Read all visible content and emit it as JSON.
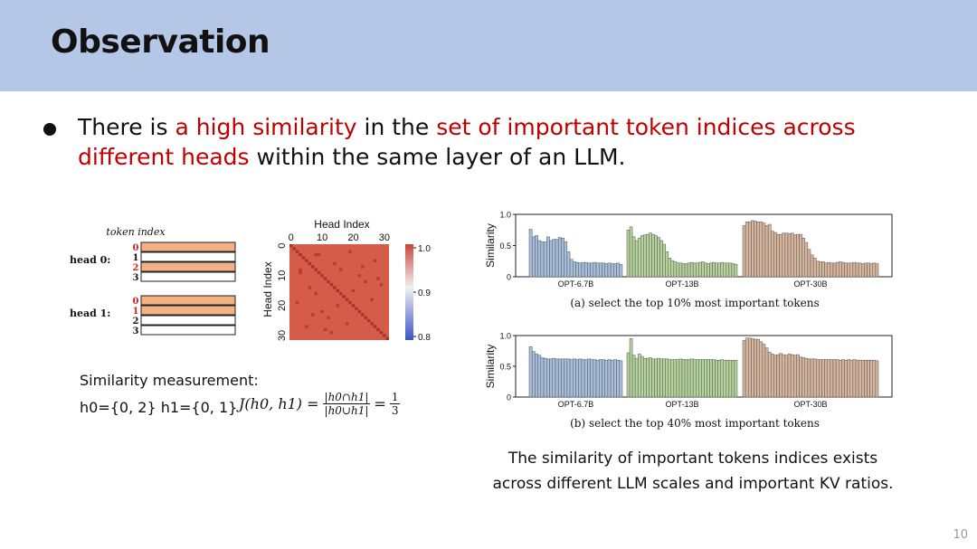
{
  "slide": {
    "title": "Observation",
    "bullet": {
      "part1": "There is ",
      "part2": "a high similarity",
      "part3": " in the ",
      "part4": "set of important token indices across different heads",
      "part5": " within the same layer of an LLM."
    },
    "measurement_label": "Similarity measurement:",
    "sets_text": "h0={0, 2} h1={0, 1}",
    "formula": {
      "lhs": "J(h0, h1) =",
      "num": "|h0∩h1|",
      "den": "|h0∪h1|",
      "eq": "=",
      "rnum": "1",
      "rden": "3"
    },
    "note_line1": "The similarity of important tokens indices exists",
    "note_line2": "across different LLM scales and important KV ratios.",
    "page_number": "10"
  },
  "token_fig": {
    "token_index_label": "token index",
    "head0_label": "head 0:",
    "head1_label": "head 1:",
    "idx0": "0",
    "idx1": "1",
    "idx2": "2",
    "idx3": "3",
    "head0_selected": [
      0,
      2
    ],
    "head1_selected": [
      0,
      1
    ],
    "selected_color": "#f4b183",
    "red_index_color": "#e02020"
  },
  "heatmap": {
    "title": "Head Index",
    "ylabel": "Head Index",
    "xticks": [
      "0",
      "10",
      "20",
      "30"
    ],
    "yticks": [
      "0",
      "10",
      "20",
      "30"
    ],
    "colorbar_ticks": [
      "1.0",
      "0.9",
      "0.8"
    ]
  },
  "chart_data": [
    {
      "type": "bar",
      "caption": "(a) select the top 10% most important tokens",
      "ylabel": "Similarity",
      "yticks": [
        "0",
        "0.5",
        "1.0"
      ],
      "ylim": [
        0,
        1
      ],
      "groups": [
        {
          "name": "OPT-6.7B",
          "color": "#a6bddb",
          "values": [
            0.76,
            0.64,
            0.66,
            0.58,
            0.56,
            0.56,
            0.64,
            0.58,
            0.6,
            0.6,
            0.63,
            0.62,
            0.56,
            0.4,
            0.28,
            0.24,
            0.23,
            0.22,
            0.23,
            0.23,
            0.22,
            0.22,
            0.23,
            0.22,
            0.22,
            0.22,
            0.21,
            0.22,
            0.21,
            0.21,
            0.22,
            0.2
          ]
        },
        {
          "name": "OPT-13B",
          "color": "#b5d39b",
          "values": [
            0.75,
            0.8,
            0.64,
            0.58,
            0.62,
            0.66,
            0.67,
            0.68,
            0.7,
            0.68,
            0.66,
            0.63,
            0.58,
            0.52,
            0.4,
            0.3,
            0.26,
            0.24,
            0.22,
            0.22,
            0.21,
            0.21,
            0.22,
            0.23,
            0.22,
            0.22,
            0.23,
            0.24,
            0.22,
            0.21,
            0.22,
            0.23,
            0.22,
            0.22,
            0.23,
            0.22,
            0.22,
            0.22,
            0.21,
            0.2
          ]
        },
        {
          "name": "OPT-30B",
          "color": "#d7b59d",
          "values": [
            0.82,
            0.88,
            0.88,
            0.9,
            0.89,
            0.88,
            0.88,
            0.86,
            0.82,
            0.84,
            0.73,
            0.71,
            0.68,
            0.68,
            0.7,
            0.7,
            0.69,
            0.7,
            0.67,
            0.68,
            0.68,
            0.62,
            0.55,
            0.44,
            0.35,
            0.3,
            0.25,
            0.24,
            0.24,
            0.22,
            0.23,
            0.22,
            0.22,
            0.23,
            0.24,
            0.23,
            0.22,
            0.22,
            0.22,
            0.23,
            0.22,
            0.22,
            0.21,
            0.22,
            0.22,
            0.21,
            0.22,
            0.21
          ]
        }
      ]
    },
    {
      "type": "bar",
      "caption": "(b) select the top 40% most important tokens",
      "ylabel": "Similarity",
      "yticks": [
        "0",
        "0.5",
        "1.0"
      ],
      "ylim": [
        0,
        1
      ],
      "groups": [
        {
          "name": "OPT-6.7B",
          "color": "#a6bddb",
          "values": [
            0.82,
            0.74,
            0.7,
            0.68,
            0.64,
            0.63,
            0.62,
            0.62,
            0.63,
            0.62,
            0.62,
            0.62,
            0.62,
            0.62,
            0.61,
            0.62,
            0.61,
            0.62,
            0.61,
            0.61,
            0.62,
            0.61,
            0.61,
            0.6,
            0.61,
            0.61,
            0.6,
            0.61,
            0.6,
            0.61,
            0.6,
            0.59
          ]
        },
        {
          "name": "OPT-13B",
          "color": "#b5d39b",
          "values": [
            0.72,
            0.95,
            0.68,
            0.63,
            0.7,
            0.66,
            0.63,
            0.63,
            0.64,
            0.62,
            0.62,
            0.63,
            0.62,
            0.62,
            0.62,
            0.61,
            0.61,
            0.61,
            0.61,
            0.62,
            0.61,
            0.61,
            0.61,
            0.62,
            0.61,
            0.61,
            0.61,
            0.61,
            0.61,
            0.61,
            0.61,
            0.61,
            0.6,
            0.6,
            0.61,
            0.6,
            0.6,
            0.6,
            0.6,
            0.6
          ]
        },
        {
          "name": "OPT-30B",
          "color": "#d7b59d",
          "values": [
            0.92,
            0.96,
            0.96,
            0.95,
            0.94,
            0.94,
            0.9,
            0.86,
            0.8,
            0.73,
            0.7,
            0.68,
            0.69,
            0.71,
            0.69,
            0.68,
            0.7,
            0.69,
            0.68,
            0.69,
            0.65,
            0.64,
            0.63,
            0.62,
            0.62,
            0.62,
            0.61,
            0.61,
            0.61,
            0.61,
            0.61,
            0.61,
            0.61,
            0.61,
            0.6,
            0.61,
            0.6,
            0.61,
            0.6,
            0.61,
            0.6,
            0.6,
            0.6,
            0.6,
            0.6,
            0.6,
            0.6,
            0.59
          ]
        }
      ]
    }
  ]
}
